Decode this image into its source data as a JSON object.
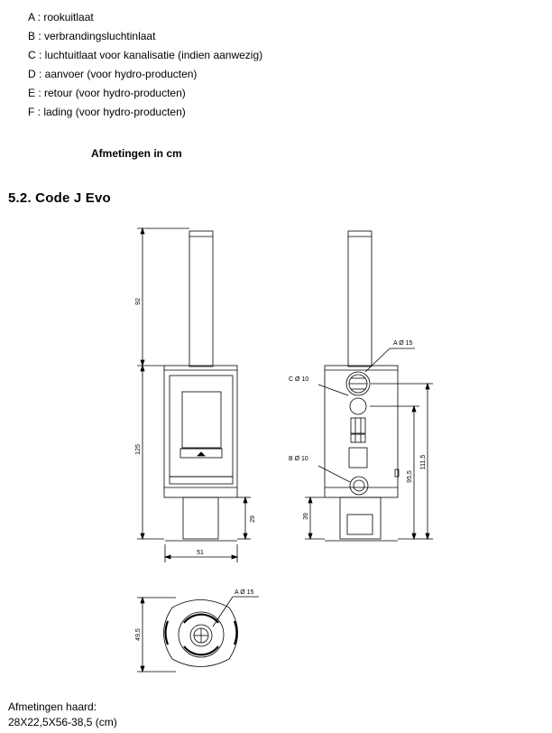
{
  "legend": [
    "A : rookuitlaat",
    "B : verbrandingsluchtinlaat",
    "C : luchtuitlaat voor kanalisatie (indien aanwezig)",
    "D : aanvoer (voor hydro-producten)",
    "E : retour (voor hydro-producten)",
    "F : lading (voor hydro-producten)"
  ],
  "caption": "Afmetingen in cm",
  "section_title": "5.2.  Code J Evo",
  "dimensions": {
    "front_flue_height": "92",
    "front_body_height": "125",
    "front_base_height": "29",
    "front_width": "51",
    "back_base_height": "39",
    "back_height_b": "95,5",
    "back_height_a": "111,5",
    "top_depth": "49,5"
  },
  "labels": {
    "back_a": "A Ø 15",
    "back_c": "C Ø 10",
    "back_b": "B Ø 10",
    "top_a": "A Ø 15"
  },
  "footer": {
    "line1": "Afmetingen haard:",
    "line2": "28X22,5X56-38,5 (cm)"
  }
}
